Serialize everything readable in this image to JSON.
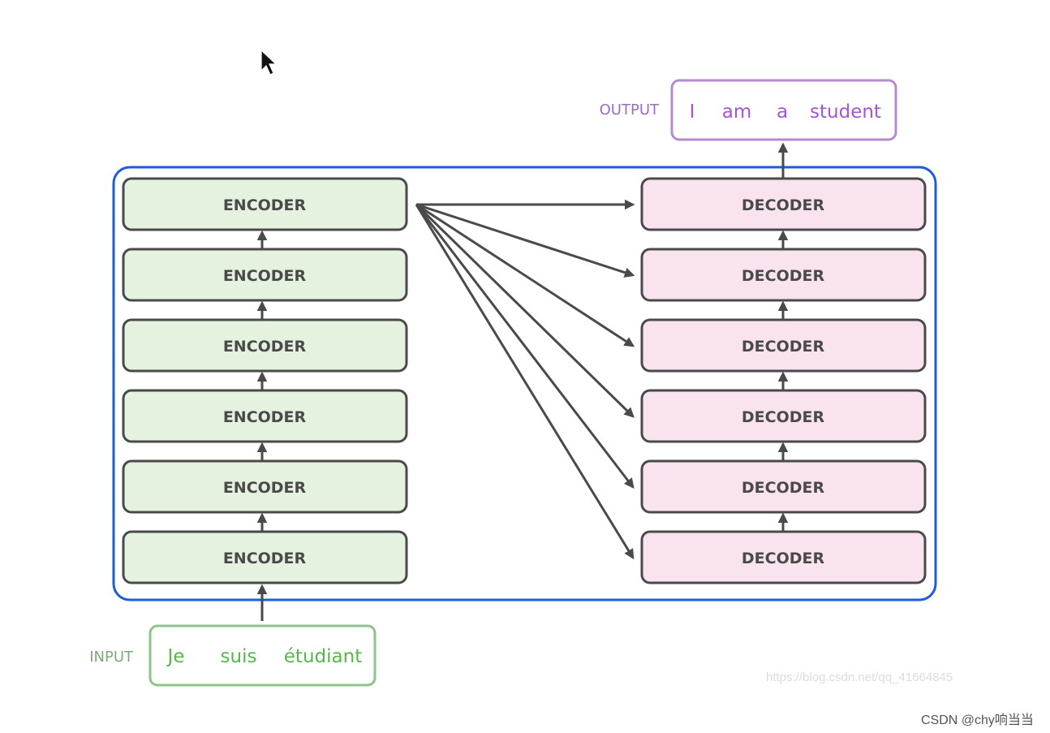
{
  "encoders": [
    {
      "label": "ENCODER"
    },
    {
      "label": "ENCODER"
    },
    {
      "label": "ENCODER"
    },
    {
      "label": "ENCODER"
    },
    {
      "label": "ENCODER"
    },
    {
      "label": "ENCODER"
    }
  ],
  "decoders": [
    {
      "label": "DECODER"
    },
    {
      "label": "DECODER"
    },
    {
      "label": "DECODER"
    },
    {
      "label": "DECODER"
    },
    {
      "label": "DECODER"
    },
    {
      "label": "DECODER"
    }
  ],
  "input": {
    "label": "INPUT",
    "words": [
      "Je",
      "suis",
      "étudiant"
    ]
  },
  "output": {
    "label": "OUTPUT",
    "words": [
      "I",
      "am",
      "a",
      "student"
    ]
  },
  "watermark_url": "https://blog.csdn.net/qq_41664845",
  "credit": "CSDN @chy响当当",
  "colors": {
    "container_border": "#1a5fd8",
    "encoder_fill": "#e4f2df",
    "decoder_fill": "#f9e3ef",
    "block_border": "#4a4a4a",
    "arrow": "#4a4a4a",
    "input_border": "#8cc48a",
    "input_text": "#56b84a",
    "input_label": "#7fa87d",
    "output_border": "#b58ad1",
    "output_text": "#a455d4",
    "output_label": "#9b6cc4"
  },
  "icons": {
    "cursor": "mouse-pointer-icon"
  }
}
